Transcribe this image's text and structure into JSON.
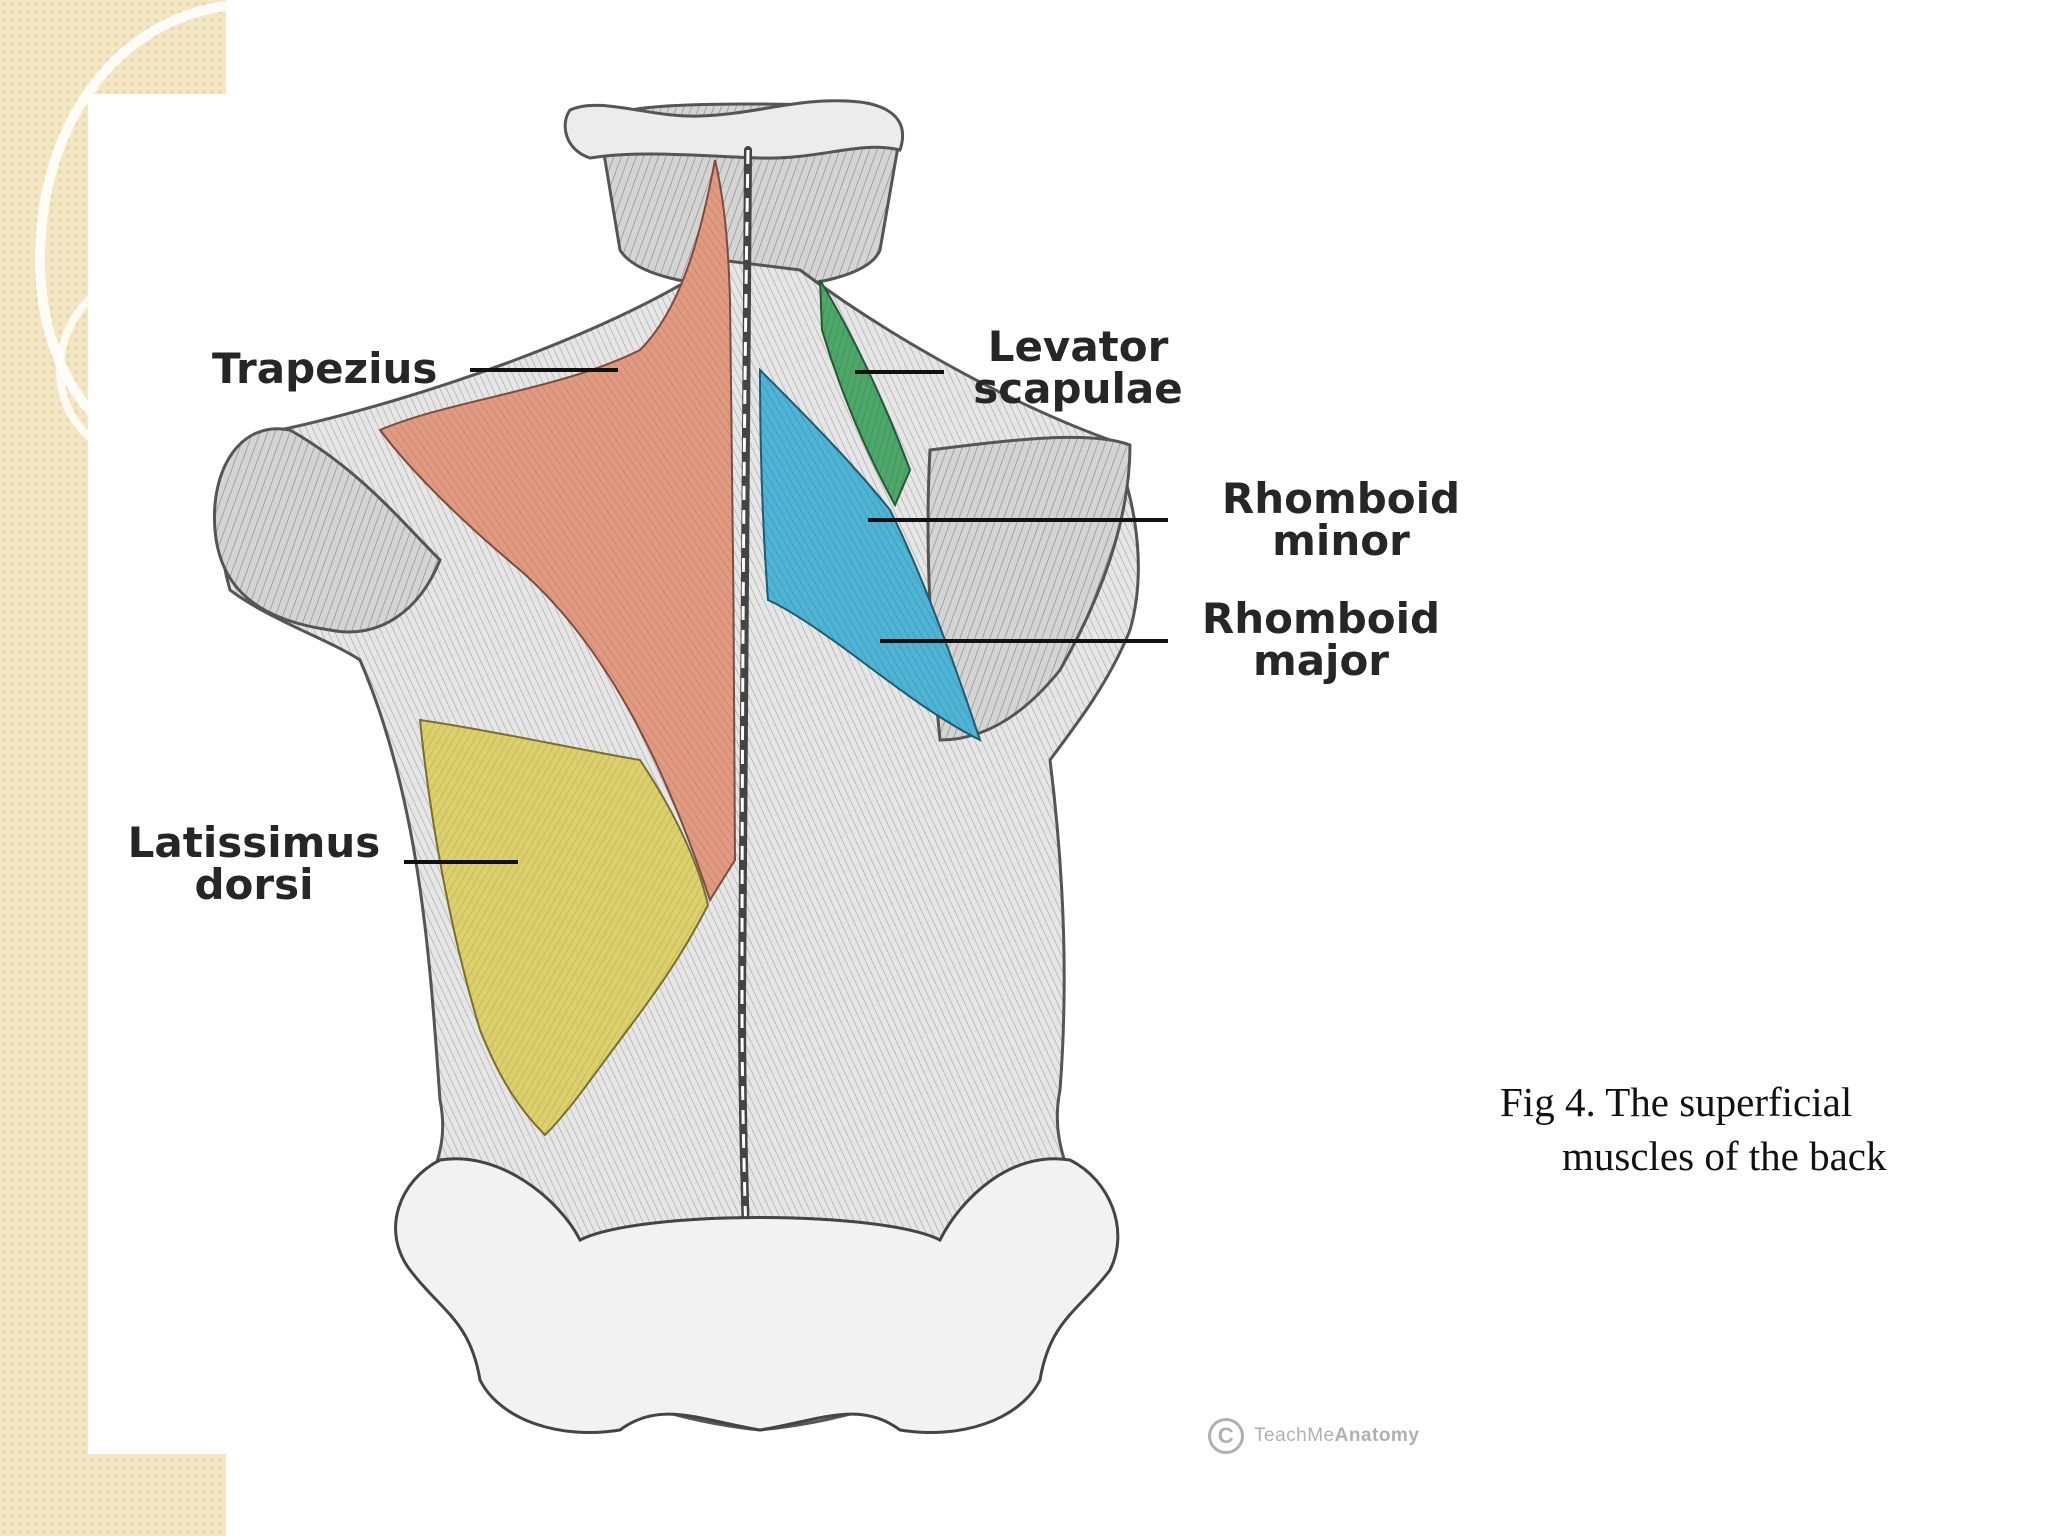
{
  "labels": {
    "trapezius": "Trapezius",
    "levator_line1": "Levator",
    "levator_line2": "scapulae",
    "rhomboid_minor_line1": "Rhomboid",
    "rhomboid_minor_line2": "minor",
    "rhomboid_major_line1": "Rhomboid",
    "rhomboid_major_line2": "major",
    "latissimus_line1": "Latissimus",
    "latissimus_line2": "dorsi"
  },
  "caption": {
    "line1": "Fig 4. The superficial",
    "line2": "muscles of the back"
  },
  "watermark": {
    "symbol": "C",
    "prefix": "TeachMe",
    "brand": "Anatomy"
  },
  "colors": {
    "trapezius": "#e19a82",
    "latissimus_dorsi": "#dccf6e",
    "levator_scapulae": "#4ea66a",
    "rhomboids": "#4fb3d3",
    "slide_border_pattern": "#f1e3bd",
    "illustration_gray": "#c4c4c4"
  }
}
